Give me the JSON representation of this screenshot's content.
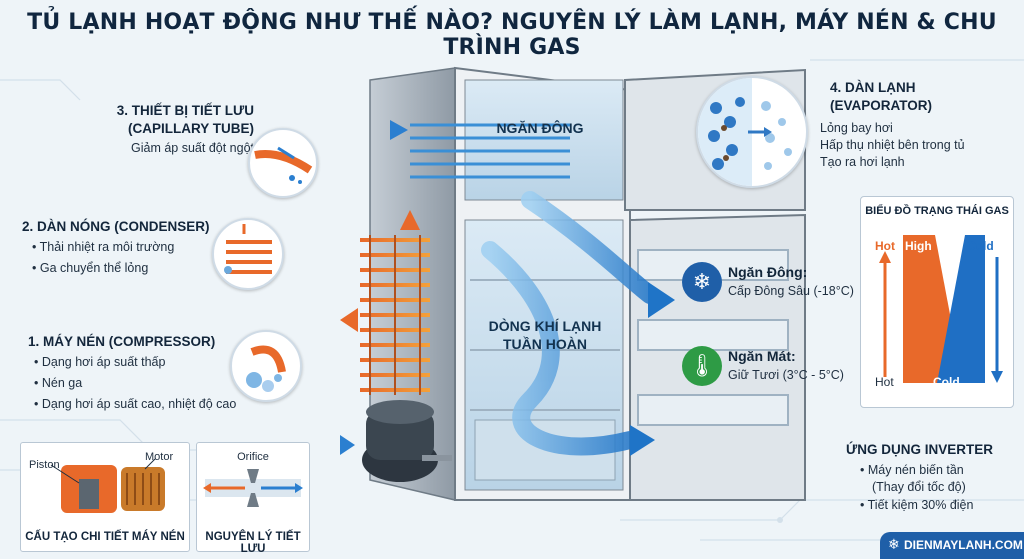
{
  "title": "TỦ LẠNH HOẠT ĐỘNG NHƯ THẾ NÀO? NGUYÊN LÝ LÀM LẠNH, MÁY NÉN & CHU TRÌNH GAS",
  "step3": {
    "title_line1": "3. THIẾT BỊ TIẾT LƯU",
    "title_line2": "(CAPILLARY TUBE)",
    "desc": "Giảm áp suất đột ngột"
  },
  "step2": {
    "title": "2. DÀN NÓNG (CONDENSER)",
    "items": [
      "Thải nhiệt ra môi trường",
      "Ga chuyển thể lỏng"
    ]
  },
  "step1": {
    "title": "1. MÁY NÉN (COMPRESSOR)",
    "items": [
      "Dạng hơi áp suất thấp",
      "Nén ga",
      "Dạng hơi áp suất cao, nhiệt độ cao"
    ]
  },
  "step4": {
    "title_line1": "4. DÀN LẠNH",
    "title_line2": "(EVAPORATOR)",
    "items": [
      "Lỏng bay hơi",
      "Hấp thụ nhiệt bên trong tủ",
      "Tạo ra hơi lạnh"
    ]
  },
  "fridge": {
    "freezer_label": "NGĂN ĐÔNG",
    "airflow_line1": "DÒNG KHÍ LẠNH",
    "airflow_line2": "TUẦN HOÀN"
  },
  "freezer_info": {
    "title": "Ngăn Đông:",
    "desc": "Cấp Đông Sâu (-18°C)",
    "icon": "snowflake-icon"
  },
  "fridge_info": {
    "title": "Ngăn Mát:",
    "desc": "Giữ Tươi (3°C - 5°C)",
    "icon": "thermometer-icon"
  },
  "state_chart": {
    "title": "BIỂU ĐỒ TRẠNG THÁI GAS",
    "hot_top": "Hot",
    "high": "High",
    "cold_top": "Cold",
    "hot_bottom": "Hot",
    "cold_bottom": "Cold",
    "hot_color": "#e8692a",
    "cold_color": "#1f6fc4"
  },
  "inverter": {
    "title": "ỨNG DỤNG INVERTER",
    "items": [
      "Máy nén biến tần",
      "(Thay đổi tốc độ)",
      "Tiết kiệm 30% điện"
    ]
  },
  "compressor_detail": {
    "caption": "CẤU TẠO CHI TIẾT MÁY NÉN",
    "piston": "Piston",
    "motor": "Motor"
  },
  "throttle_detail": {
    "caption": "NGUYÊN LÝ TIẾT LƯU",
    "orifice": "Orifice"
  },
  "brand": {
    "name": "DIENMAYLANH.COM",
    "color": "#1f5fa8"
  }
}
